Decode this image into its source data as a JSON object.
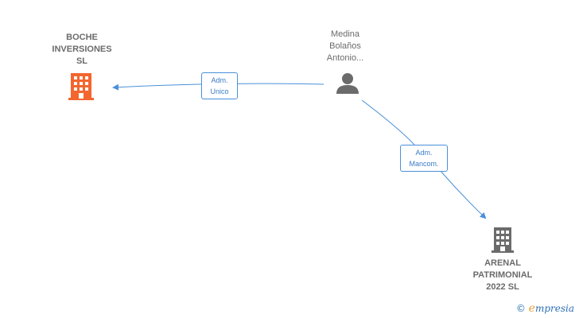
{
  "nodes": {
    "boche": {
      "label": "BOCHE\nINVERSIONES\nSL",
      "icon": "building-icon",
      "color": "#f4662e"
    },
    "medina": {
      "label": "Medina\nBolaños\nAntonio...",
      "icon": "person-icon",
      "color": "#6b6b6b"
    },
    "arenal": {
      "label": "ARENAL\nPATRIMONIAL\n2022  SL",
      "icon": "building-icon",
      "color": "#6b6b6b"
    }
  },
  "edges": {
    "unico": {
      "label": "Adm.\nUnico"
    },
    "mancom": {
      "label": "Adm.\nMancom."
    }
  },
  "watermark": {
    "symbol": "©",
    "brand_initial": "e",
    "brand_rest": "mpresia"
  },
  "colors": {
    "edge": "#4a90d9",
    "accent": "#f4662e"
  }
}
